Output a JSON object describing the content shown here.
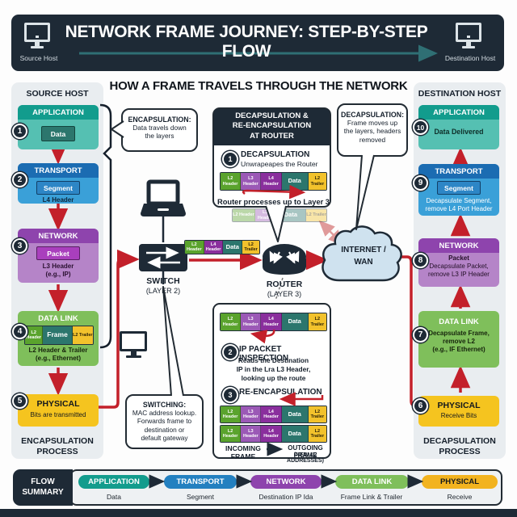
{
  "colors": {
    "application": "#129C8D",
    "transport": "#1B6CB2",
    "network": "#8E44AD",
    "datalink": "#7FBF5B",
    "physical": "#F5C41F",
    "flow_red": "#C3202A",
    "navy": "#1E2A36"
  },
  "header": {
    "title": "NETWORK FRAME JOURNEY: STEP-BY-STEP FLOW",
    "source_host": "Source Host",
    "destination_host": "Destination Host"
  },
  "main_title": "HOW A FRAME TRAVELS THROUGH THE NETWORK",
  "source_panel": {
    "title": "SOURCE HOST",
    "footer_line1": "ENCAPSULATION",
    "footer_line2": "PROCESS",
    "app": {
      "num": "1",
      "name": "APPLICATION",
      "chip": "Data"
    },
    "transport": {
      "num": "2",
      "name": "TRANSPORT",
      "chip": "Segment",
      "sub": "L4 Header"
    },
    "network": {
      "num": "3",
      "name": "NETWORK",
      "chip": "Packet",
      "sub1": "L3 Header",
      "sub2": "(e.g., IP)"
    },
    "datalink": {
      "num": "4",
      "name": "DATA LINK",
      "segs": [
        "L2 Header",
        "Frame",
        "L2 Trailer"
      ],
      "sub1": "L2 Header & Trailer",
      "sub2": "(e.g., Ethernet)"
    },
    "physical": {
      "num": "5",
      "name": "PHYSICAL",
      "sub": "Bits are transmitted"
    }
  },
  "destination_panel": {
    "title": "DESTINATION HOST",
    "footer_line1": "DECAPSULATION",
    "footer_line2": "PROCESS",
    "app": {
      "num": "10",
      "name": "APPLICATION",
      "sub": "Data Delivered"
    },
    "transport": {
      "num": "9",
      "name": "TRANSPORT",
      "chip": "Segment",
      "sub1": "Decapsulate Segment,",
      "sub2": "remove L4 Port Header"
    },
    "network": {
      "num": "8",
      "name": "NETWORK",
      "sub1": "Packet",
      "sub2": "Decapsulate Packet,",
      "sub3": "remove L3 IP Header"
    },
    "datalink": {
      "num": "7",
      "name": "DATA LINK",
      "sub1": "Decapsulate Frame,",
      "sub2": "remove L2",
      "sub3": "(e.g., IF Ethernet)"
    },
    "physical": {
      "num": "6",
      "name": "PHYSICAL",
      "sub": "Receive Bits"
    }
  },
  "bubbles": {
    "encapsulation": {
      "title": "ENCAPSULATION:",
      "line1": "Data travels down",
      "line2": "the layers"
    },
    "decapsulation": {
      "title": "DECAPSULATION:",
      "line1": "Frame moves up",
      "line2": "the layers, headers",
      "line3": "removed"
    },
    "switching": {
      "title": "SWITCHING:",
      "line1": "MAC address lookup.",
      "line2": "Forwards frame to",
      "line3": "destination or",
      "line4": "default gateway"
    }
  },
  "devices": {
    "switch_name": "SWITCH",
    "switch_layer": "(LAYER 2)",
    "router_name": "ROUTER",
    "router_layer": "(LAYER 3)",
    "cloud_line1": "INTERNET /",
    "cloud_line2": "WAN"
  },
  "switch_frame": [
    "L2 Header",
    "L4 Header",
    "Data",
    "L2 Trailer"
  ],
  "router_panel": {
    "header_line1": "DECAPSULATION &",
    "header_line2": "RE-ENCAPSULATION",
    "header_line3": "AT ROUTER",
    "step_num": "1",
    "step_title": "DECAPSULATION",
    "step_sub": "Unwrapeapes the Router",
    "frame": [
      "L2 Header",
      "L3 Header",
      "L4 Header",
      "Data",
      "L2 Trailer"
    ],
    "note": "Router processes up to Layer 3"
  },
  "ghost_frame": [
    "L2 Header",
    "L3 Header",
    "Data",
    "L2 Trailer"
  ],
  "inspection_panel": {
    "frame": [
      "L2 Header",
      "L3 Header",
      "L4 Header",
      "Data",
      "L2 Trailer"
    ],
    "step2_num": "2",
    "step2_title": "IP PACKET INSPECTION",
    "step2_line1": "Reads the Destination",
    "step2_line2": "IP in the Lra L3 Header,",
    "step2_line3": "looking up the route",
    "step3_num": "3",
    "step3_title": "RE-ENCAPSULATION",
    "incoming_frame": [
      "L2 Header",
      "L3 Header",
      "L4 Header",
      "Data",
      "L2 Trailer"
    ],
    "outgoing_frame": [
      "L2 Header",
      "L3 Header",
      "L4 Header",
      "Data",
      "L2 Trailer"
    ],
    "incoming_label1": "INCOMING",
    "incoming_label2": "FRAME",
    "outgoing_label1": "OUTGOING FRAME",
    "outgoing_label2": "(NEW L2 ADDRESSES)"
  },
  "flow_summary": {
    "label_line1": "FLOW",
    "label_line2": "SUMMARY",
    "items": [
      {
        "name": "APPLICATION",
        "sub": "Data"
      },
      {
        "name": "TRANSPORT",
        "sub": "Segment"
      },
      {
        "name": "NETWORK",
        "sub": "Destination IP Ida"
      },
      {
        "name": "DATA LINK",
        "sub": "Frame Link & Trailer"
      },
      {
        "name": "PHYSICAL",
        "sub": "Receive"
      }
    ]
  }
}
